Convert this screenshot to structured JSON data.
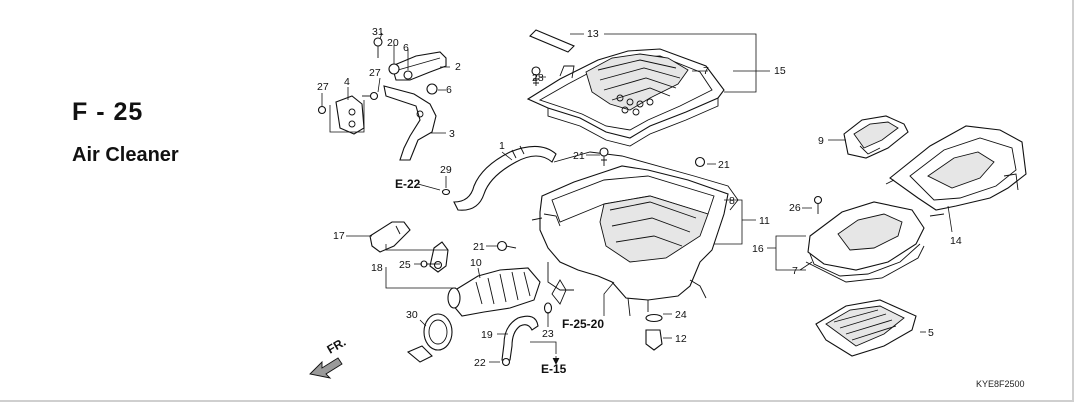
{
  "header": {
    "page_code": "F - 25",
    "section_title": "Air Cleaner"
  },
  "footer": {
    "image_code": "KYE8F2500"
  },
  "direction": {
    "label": "FR."
  },
  "callouts": [
    "31",
    "20",
    "6",
    "2",
    "27",
    "27",
    "4",
    "6",
    "3",
    "13",
    "28",
    "7",
    "15",
    "1",
    "21",
    "21",
    "29",
    "E-22",
    "8",
    "11",
    "9",
    "26",
    "14",
    "17",
    "21",
    "18",
    "25",
    "10",
    "16",
    "7",
    "30",
    "F-25-20",
    "23",
    "24",
    "19",
    "12",
    "22",
    "E-15",
    "5"
  ]
}
